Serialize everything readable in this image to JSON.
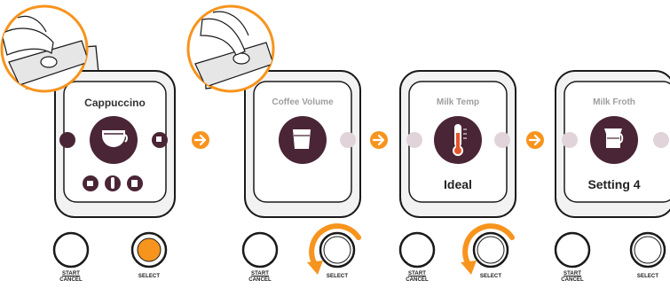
{
  "colors": {
    "accent": "#f7941d",
    "plum": "#4a2535",
    "device": "#f2f2f2",
    "outline": "#1a1a1a",
    "cup": "#ffffff"
  },
  "steps": [
    {
      "title": "Cappuccino",
      "title_style": "dark",
      "center_icon": "cappuccino-cup-icon",
      "side_icons": [
        "cup-icon",
        "cup-icon"
      ],
      "bottom_icons": [
        "cup-icon",
        "thermometer-icon",
        "jug-icon"
      ],
      "value": ""
    },
    {
      "title": "Coffee Volume",
      "title_style": "light",
      "center_icon": "espresso-cup-icon",
      "value": ""
    },
    {
      "title": "Milk Temp",
      "title_style": "light",
      "center_icon": "thermometer-icon",
      "value": "Ideal"
    },
    {
      "title": "Milk Froth",
      "title_style": "light",
      "center_icon": "milk-jug-icon",
      "value": "Setting 4"
    }
  ],
  "buttons": {
    "start_cancel_line1": "START",
    "start_cancel_line2": "CANCEL",
    "select": "SELECT"
  },
  "arrows": [
    "arrow-right-icon",
    "arrow-right-icon",
    "arrow-right-icon"
  ]
}
